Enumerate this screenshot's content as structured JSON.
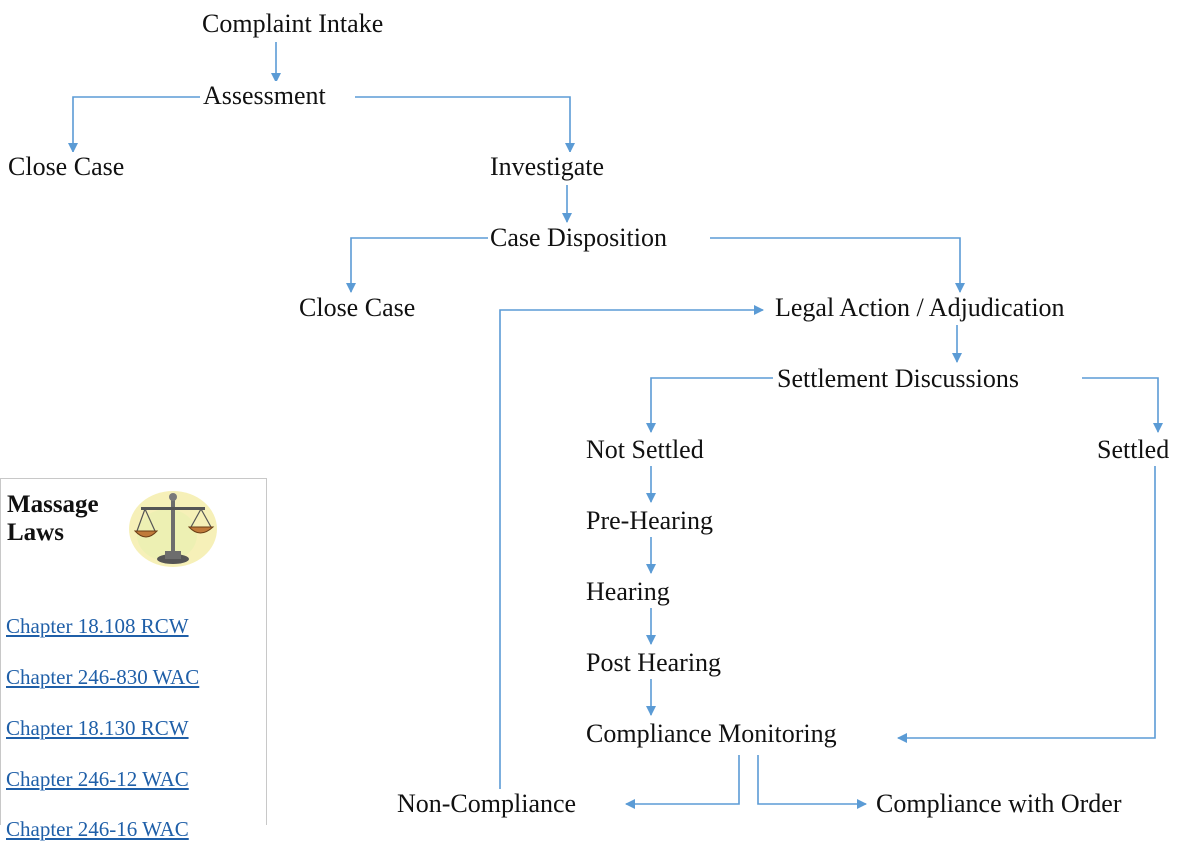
{
  "flowchart": {
    "nodes": {
      "complaint_intake": "Complaint Intake",
      "assessment": "Assessment",
      "close_case_1": "Close Case",
      "investigate": "Investigate",
      "case_disposition": "Case Disposition",
      "close_case_2": "Close Case",
      "legal_action": "Legal Action / Adjudication",
      "settlement_discussions": "Settlement Discussions",
      "not_settled": "Not Settled",
      "settled": "Settled",
      "pre_hearing": "Pre-Hearing",
      "hearing": "Hearing",
      "post_hearing": "Post Hearing",
      "compliance_monitoring": "Compliance Monitoring",
      "non_compliance": "Non-Compliance",
      "compliance_with_order": "Compliance with Order"
    },
    "line_color": "#5b9bd5"
  },
  "laws_panel": {
    "title": "Massage Laws",
    "icon": "scales-of-justice-icon",
    "links": [
      "Chapter 18.108 RCW",
      "Chapter 246-830 WAC",
      "Chapter 18.130 RCW",
      "Chapter 246-12 WAC",
      "Chapter 246-16 WAC"
    ],
    "link_color": "#1f5fa8"
  }
}
